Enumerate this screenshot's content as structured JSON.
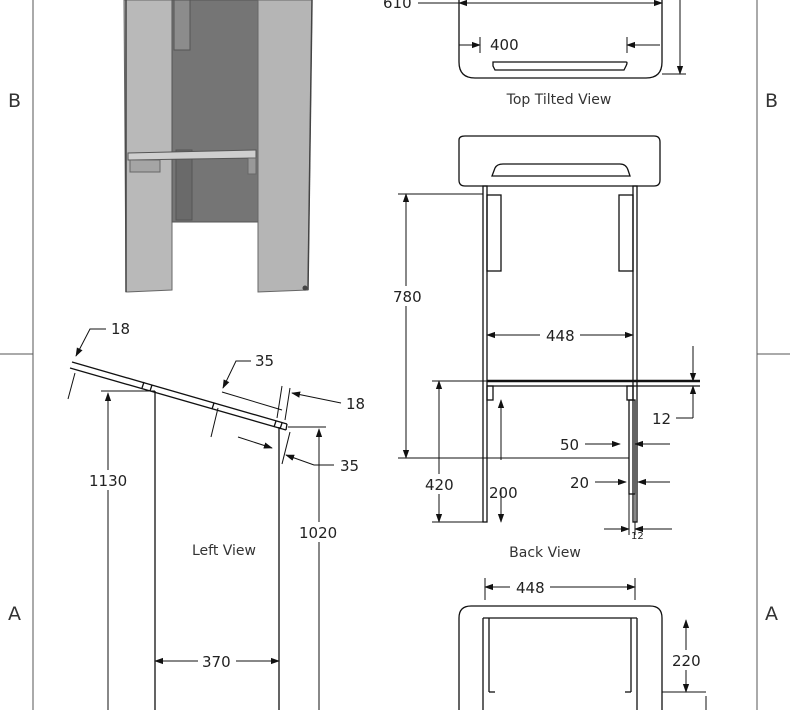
{
  "zones": {
    "left_top": "B",
    "right_top": "B",
    "left_bottom": "A",
    "right_bottom": "A"
  },
  "views": {
    "top_tilted": "Top Tilted View",
    "back": "Back View",
    "left": "Left View"
  },
  "dims": {
    "d610": "610",
    "d400": "400",
    "d780": "780",
    "d448a": "448",
    "d12": "12",
    "d50": "50",
    "d420": "420",
    "d200": "200",
    "d20": "20",
    "d448b": "448",
    "d220": "220",
    "d18a": "18",
    "d35a": "35",
    "d18b": "18",
    "d35b": "35",
    "d1130": "1130",
    "d1020": "1020",
    "d370": "370"
  },
  "colors": {
    "line": "#111111",
    "shade_light": "#b9b9b9",
    "shade_dark": "#777777",
    "frame": "#555555"
  }
}
